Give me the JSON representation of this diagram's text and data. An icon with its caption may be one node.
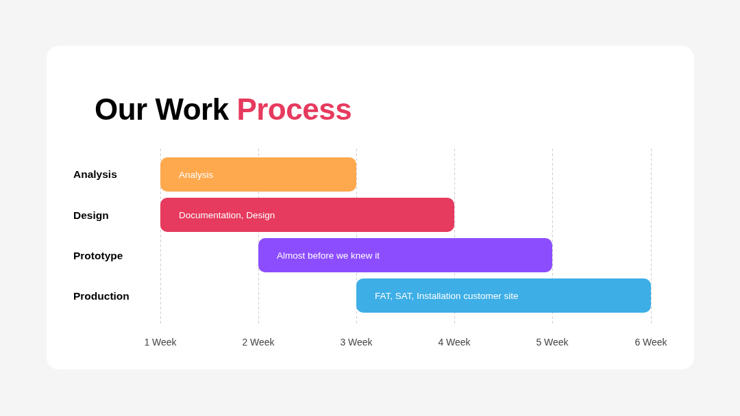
{
  "diagram": {
    "title": "Our Work Process",
    "nodes": [
      {
        "text": [
          "Analysis"
        ]
      },
      {
        "text": [
          "Documentation, Design"
        ]
      },
      {
        "text": [
          "Almost before we knew it"
        ]
      },
      {
        "text": [
          "FAT, SAT, Installation customer site"
        ]
      }
    ],
    "labels": [
      "Analysis",
      "Design",
      "Prototype",
      "Production",
      "1 Week",
      "2 Week",
      "3 Week",
      "4 Week",
      "5 Week",
      "6 Week"
    ]
  }
}
